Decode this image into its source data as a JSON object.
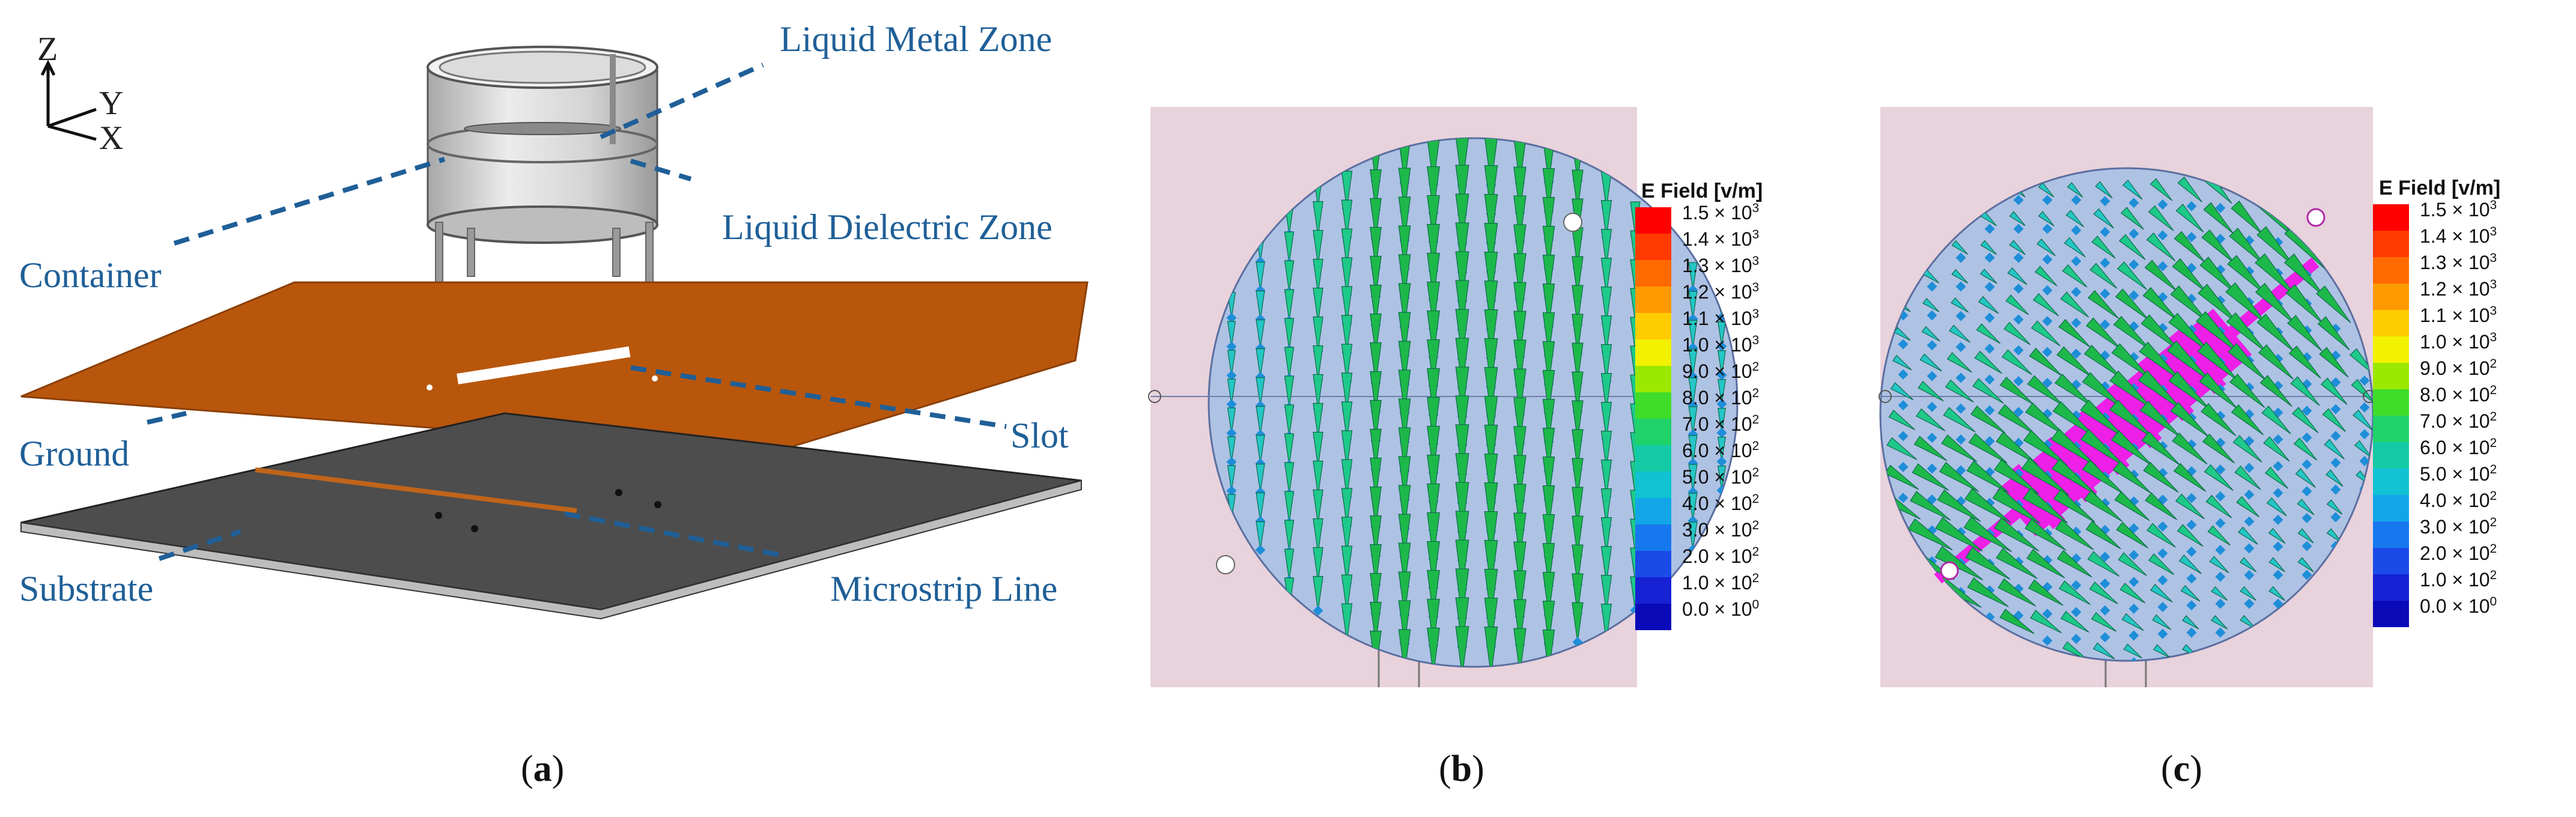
{
  "panel_a": {
    "axes": {
      "z": "Z",
      "y": "Y",
      "x": "X"
    },
    "labels": {
      "liquid_metal_zone": "Liquid Metal Zone",
      "container": "Container",
      "liquid_dielectric_zone": "Liquid Dielectric Zone",
      "ground": "Ground",
      "slot": "Slot",
      "substrate": "Substrate",
      "microstrip_line": "Microstrip Line"
    },
    "colors": {
      "ground": "#b8560c",
      "substrate": "#4d4d4d",
      "leader": "#1f5f97",
      "container": "#c8c8c8"
    }
  },
  "panel_b": {
    "legend_title": "E Field [v/m]",
    "legend_ticks": [
      {
        "m": "1.5",
        "e": "3"
      },
      {
        "m": "1.4",
        "e": "3"
      },
      {
        "m": "1.3",
        "e": "3"
      },
      {
        "m": "1.2",
        "e": "3"
      },
      {
        "m": "1.1",
        "e": "3"
      },
      {
        "m": "1.0",
        "e": "3"
      },
      {
        "m": "9.0",
        "e": "2"
      },
      {
        "m": "8.0",
        "e": "2"
      },
      {
        "m": "7.0",
        "e": "2"
      },
      {
        "m": "6.0",
        "e": "2"
      },
      {
        "m": "5.0",
        "e": "2"
      },
      {
        "m": "4.0",
        "e": "2"
      },
      {
        "m": "3.0",
        "e": "2"
      },
      {
        "m": "2.0",
        "e": "2"
      },
      {
        "m": "1.0",
        "e": "2"
      },
      {
        "m": "0.0",
        "e": "0"
      }
    ],
    "field_pattern": "vertical",
    "colors": {
      "background": "#e8d2dc",
      "disk": "#aec2e4"
    }
  },
  "panel_c": {
    "legend_title": "E Field [v/m]",
    "legend_ticks": [
      {
        "m": "1.5",
        "e": "3"
      },
      {
        "m": "1.4",
        "e": "3"
      },
      {
        "m": "1.3",
        "e": "3"
      },
      {
        "m": "1.2",
        "e": "3"
      },
      {
        "m": "1.1",
        "e": "3"
      },
      {
        "m": "1.0",
        "e": "3"
      },
      {
        "m": "9.0",
        "e": "2"
      },
      {
        "m": "8.0",
        "e": "2"
      },
      {
        "m": "7.0",
        "e": "2"
      },
      {
        "m": "6.0",
        "e": "2"
      },
      {
        "m": "5.0",
        "e": "2"
      },
      {
        "m": "4.0",
        "e": "2"
      },
      {
        "m": "3.0",
        "e": "2"
      },
      {
        "m": "2.0",
        "e": "2"
      },
      {
        "m": "1.0",
        "e": "2"
      },
      {
        "m": "0.0",
        "e": "0"
      }
    ],
    "field_pattern": "diagonal",
    "colors": {
      "background": "#e8d2dc",
      "disk": "#aec2e4",
      "strip": "#ee1fe6"
    }
  },
  "legend_colors": [
    "#ff0000",
    "#ff3a00",
    "#ff6a00",
    "#ff9a00",
    "#ffcc00",
    "#f2f200",
    "#9be800",
    "#3fdc2a",
    "#1fd36a",
    "#14caa6",
    "#10c2d2",
    "#12a6e8",
    "#1678ee",
    "#1a4ae8",
    "#1622d4",
    "#0a0ab8"
  ],
  "captions": {
    "a": "a",
    "b": "b",
    "c": "c"
  }
}
